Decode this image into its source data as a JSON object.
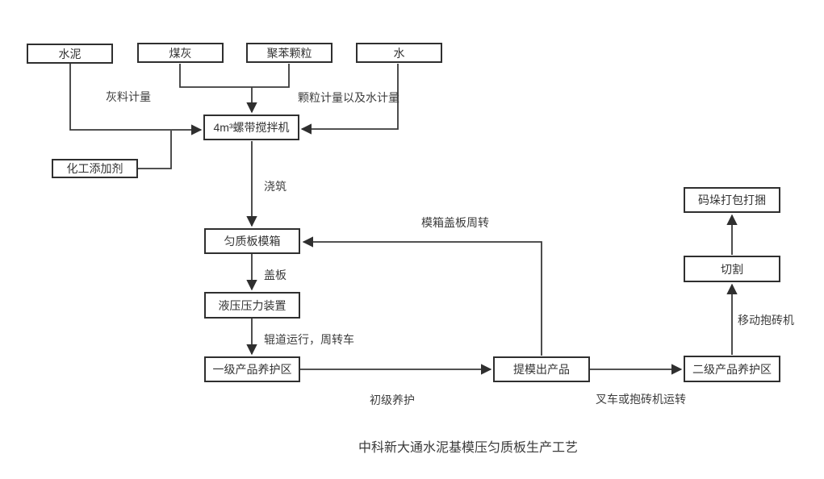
{
  "title": "中科新大通水泥基模压匀质板生产工艺",
  "diagram": {
    "type": "flowchart",
    "nodes": [
      {
        "id": "cement",
        "label": "水泥"
      },
      {
        "id": "coal-ash",
        "label": "煤灰"
      },
      {
        "id": "polystyrene",
        "label": "聚苯颗粒"
      },
      {
        "id": "water",
        "label": "水"
      },
      {
        "id": "mixer",
        "label": "4m³螺带搅拌机"
      },
      {
        "id": "chemical-additive",
        "label": "化工添加剂"
      },
      {
        "id": "mold-box",
        "label": "匀质板模箱"
      },
      {
        "id": "hydraulic-press",
        "label": "液压压力装置"
      },
      {
        "id": "primary-curing",
        "label": "一级产品养护区"
      },
      {
        "id": "demold-product",
        "label": "提模出产品"
      },
      {
        "id": "secondary-curing",
        "label": "二级产品养护区"
      },
      {
        "id": "cutting",
        "label": "切割"
      },
      {
        "id": "stack-pack-bundle",
        "label": "码垛打包打捆"
      }
    ],
    "edge_labels": [
      {
        "id": "ash-metering",
        "text": "灰料计量"
      },
      {
        "id": "particle-water-metering",
        "text": "颗粒计量以及水计量"
      },
      {
        "id": "pouring",
        "text": "浇筑"
      },
      {
        "id": "cover-plate",
        "text": "盖板"
      },
      {
        "id": "roller-run-transfer-car",
        "text": "辊道运行，周转车"
      },
      {
        "id": "moldbox-cover-cycle",
        "text": "模箱盖板周转"
      },
      {
        "id": "primary-cure",
        "text": "初级养护"
      },
      {
        "id": "forklift-brick-transfer",
        "text": "叉车或抱砖机运转"
      },
      {
        "id": "mobile-brick-machine",
        "text": "移动抱砖机"
      }
    ],
    "colors": {
      "line": "#3a3a3a",
      "box_border": "#2f2f2f",
      "text": "#333333",
      "background": "#ffffff"
    }
  }
}
